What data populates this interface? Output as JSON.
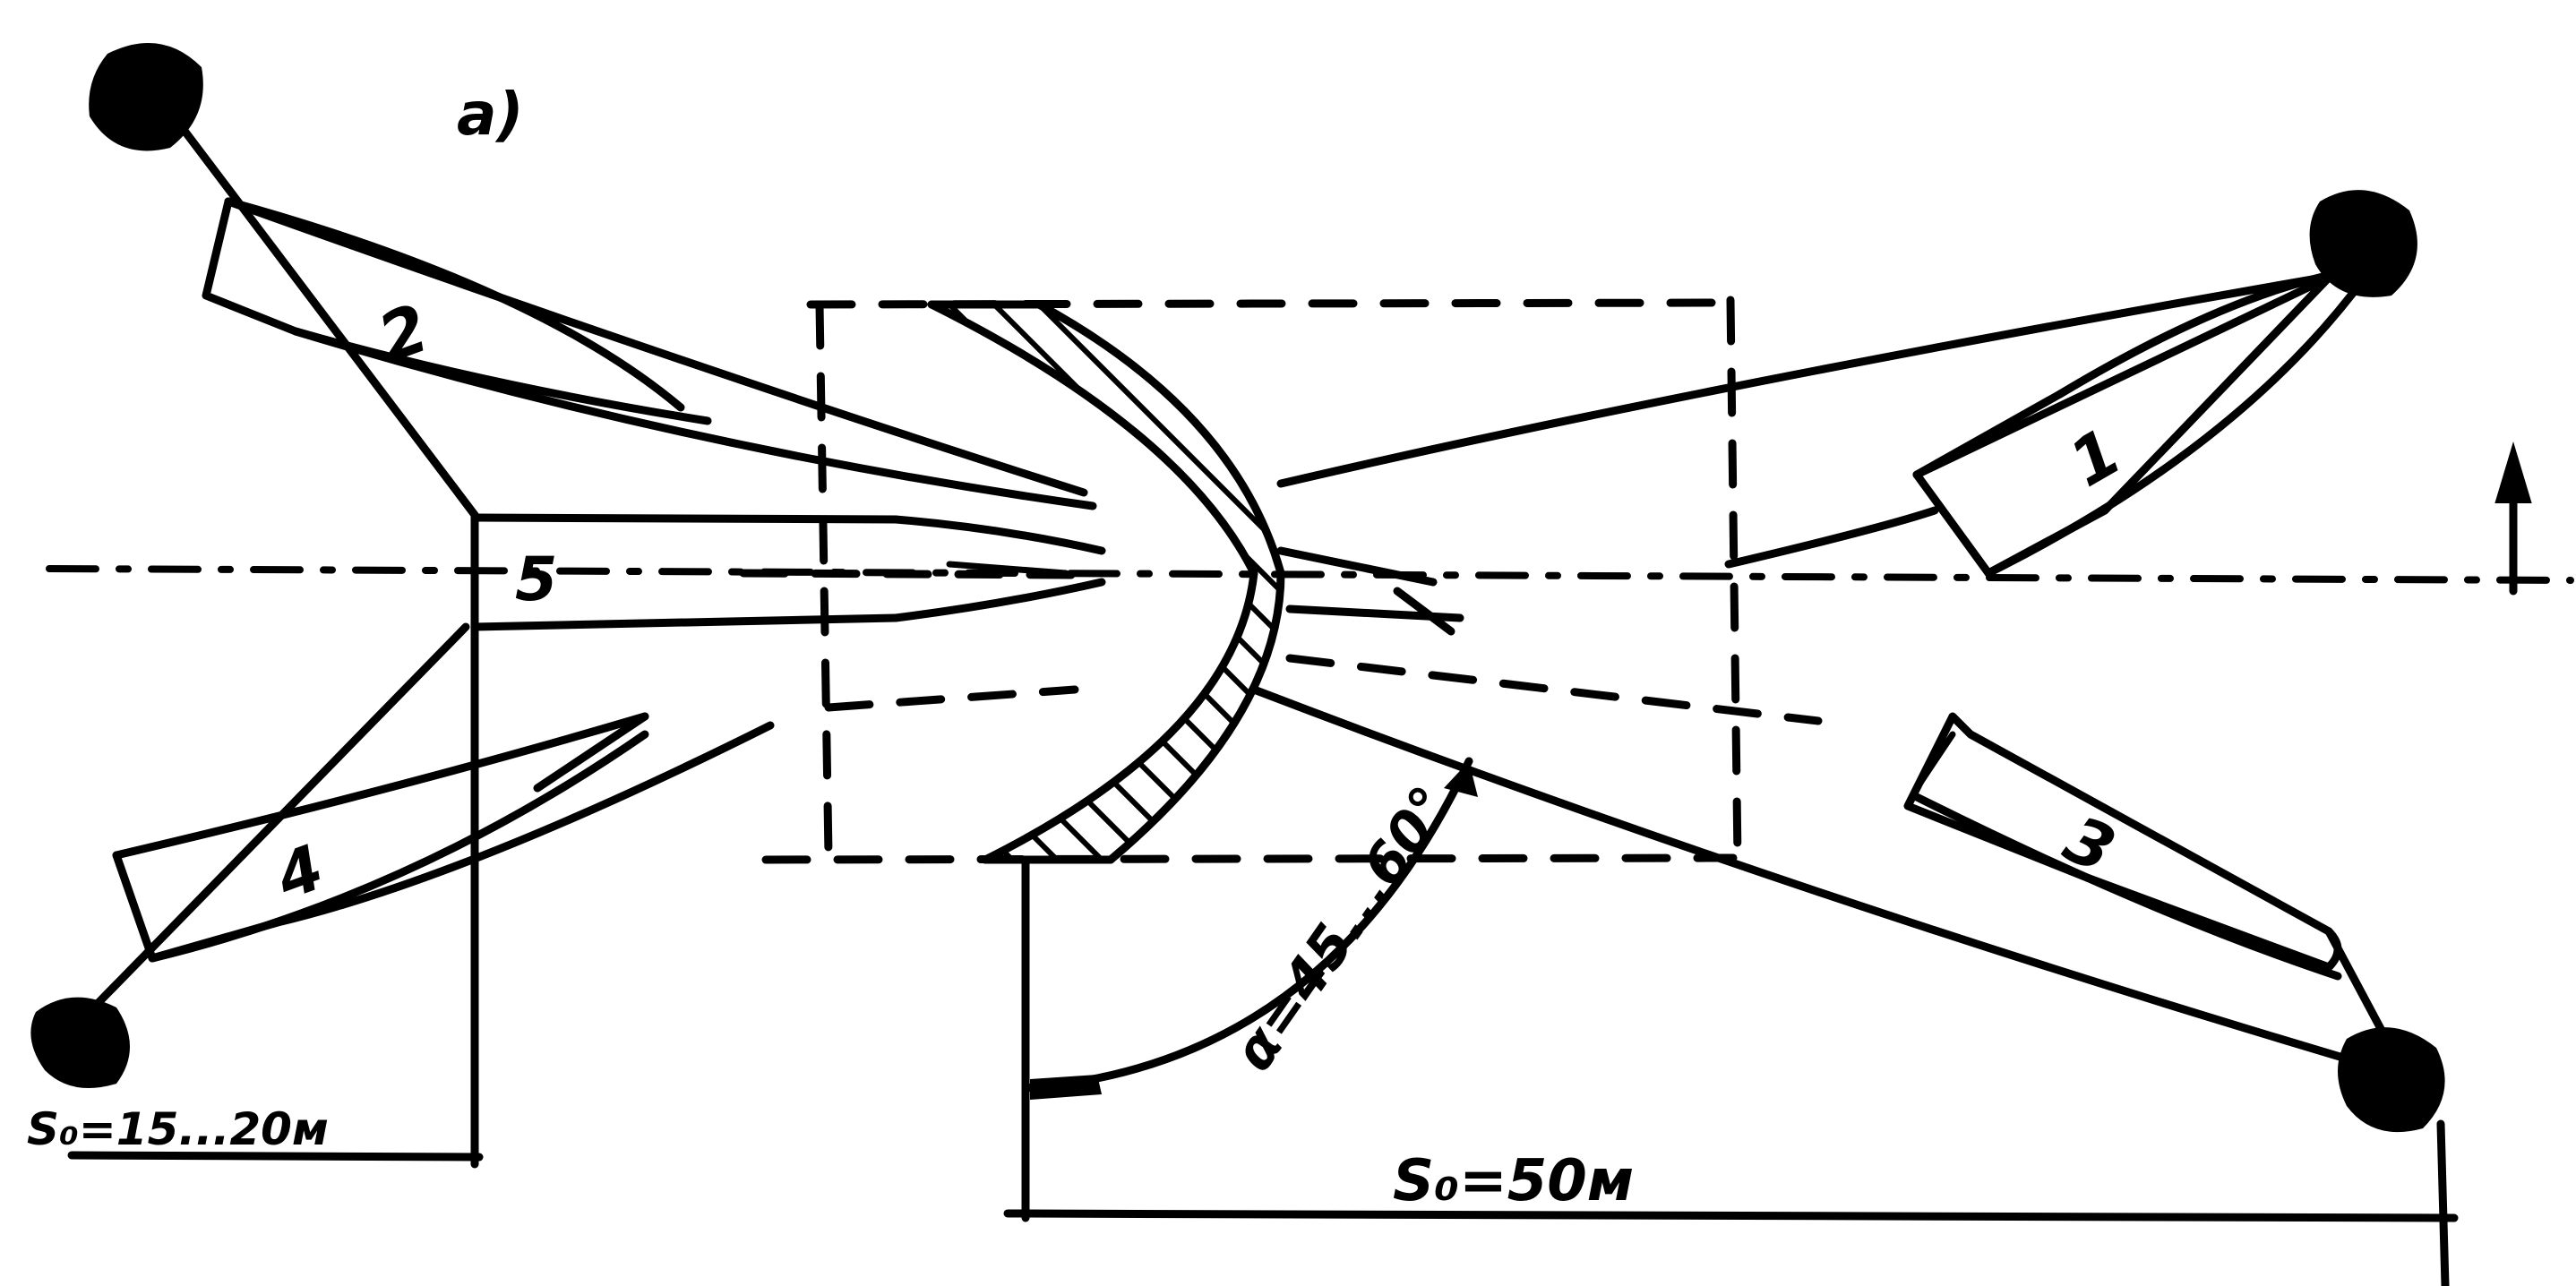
{
  "figure": {
    "panel_label": "a)",
    "bulldozer_numbers": [
      "1",
      "2",
      "3",
      "4",
      "5"
    ],
    "dimension_left": "S₀=15...20м",
    "dimension_bottom": "S₀=50м",
    "angle_label": "α=45...60°"
  }
}
